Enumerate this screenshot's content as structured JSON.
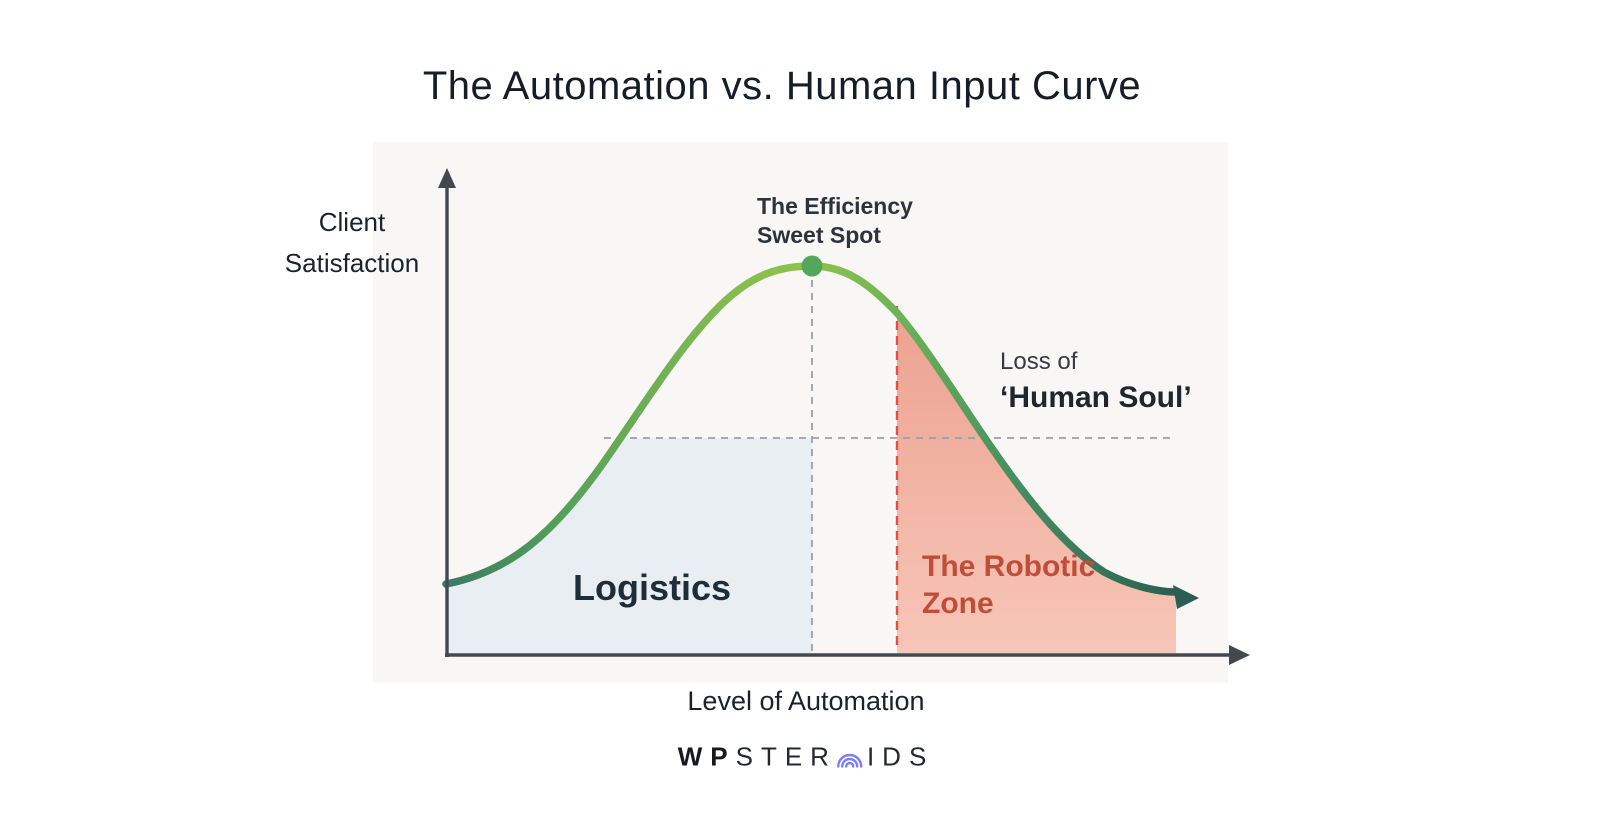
{
  "title": "The Automation vs. Human Input Curve",
  "axes": {
    "y_label_line1": "Client",
    "y_label_line2": "Satisfaction",
    "x_label": "Level of Automation"
  },
  "annotations": {
    "sweet_spot_line1": "The Efficiency",
    "sweet_spot_line2": "Sweet Spot",
    "loss_line1": "Loss of",
    "loss_line2": "‘Human Soul’",
    "left_zone_label": "Logistics",
    "right_zone_label_line1": "The Robotic",
    "right_zone_label_line2": "Zone"
  },
  "footer_logo": {
    "part1": "WP",
    "part2": "STER",
    "part3": "IDS",
    "icon": "concentric-arcs-icon"
  },
  "colors": {
    "curve_gradient": [
      "#3a7a63",
      "#57a05b",
      "#86bd4f",
      "#8fc24c",
      "#6db357",
      "#468e60",
      "#2b5e52"
    ],
    "sweet_spot_dot": "#54a65a",
    "logistics_zone_fill": "#e9eef2",
    "robotic_zone_fill_top": "#eca08e",
    "robotic_zone_fill_bottom": "#f7c6b8",
    "robotic_dashed_line": "#dd5244",
    "robotic_text": "#c04d3a",
    "axis": "#43484e",
    "dashed_gray": "#9aa0a6",
    "text_dark": "#1b222c",
    "logo_accent": "#7b80ee"
  },
  "chart_data": {
    "type": "area",
    "title": "The Automation vs. Human Input Curve",
    "xlabel": "Level of Automation",
    "ylabel": "Client Satisfaction",
    "x_range": [
      0,
      100
    ],
    "y_range": [
      0,
      100
    ],
    "grid": false,
    "legend": false,
    "curve_points": [
      [
        0,
        17
      ],
      [
        9,
        23
      ],
      [
        18,
        43
      ],
      [
        26,
        66
      ],
      [
        33,
        86
      ],
      [
        40,
        95
      ],
      [
        46,
        97
      ],
      [
        52,
        94
      ],
      [
        57,
        85
      ],
      [
        64,
        66
      ],
      [
        70,
        50
      ],
      [
        78,
        28
      ],
      [
        84,
        20
      ],
      [
        93,
        15
      ]
    ],
    "peak": {
      "x": 46,
      "y": 97,
      "label": "The Efficiency Sweet Spot"
    },
    "zones": [
      {
        "label": "Logistics",
        "x_start": 0,
        "x_end": 46,
        "fill": "#e9eef2"
      },
      {
        "label": "The Robotic Zone",
        "x_start": 57,
        "x_end": 93,
        "fill": "#eca08e"
      }
    ],
    "reference_lines": [
      {
        "type": "vertical-dashed",
        "x": 46,
        "from_y": 0,
        "to_y": 95,
        "color": "#9aa0a6"
      },
      {
        "type": "horizontal-dashed",
        "y": 54,
        "from_x": 18,
        "to_x": 93,
        "color": "#9aa0a6"
      },
      {
        "type": "vertical-dashed",
        "x": 57,
        "from_y": 0,
        "to_y": 85,
        "color": "#dd5244"
      }
    ],
    "annotations": [
      {
        "text": "Loss of ‘Human Soul’",
        "x": 70,
        "y": 60
      }
    ]
  }
}
